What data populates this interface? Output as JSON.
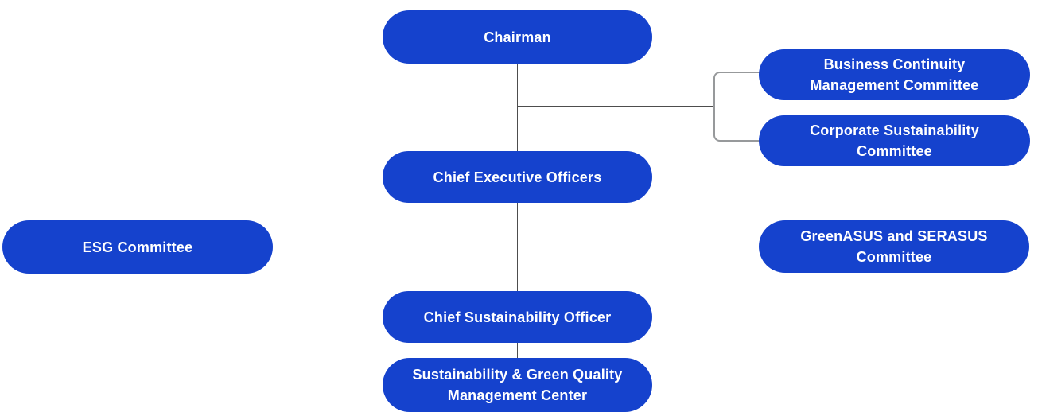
{
  "diagram": {
    "type": "org-chart",
    "colors": {
      "node_fill": "#1542cd",
      "node_text": "#ffffff",
      "connector": "#4d4d4d",
      "bracket": "#97999b",
      "background": "#ffffff"
    },
    "nodes": [
      {
        "id": "chairman",
        "label": "Chairman",
        "lines": [
          "Chairman"
        ]
      },
      {
        "id": "business-continuity-management-committee",
        "label": "Business Continuity Management Committee",
        "lines": [
          "Business Continuity",
          "Management Committee"
        ]
      },
      {
        "id": "corporate-sustainability-committee",
        "label": "Corporate Sustainability Committee",
        "lines": [
          "Corporate Sustainability",
          "Committee"
        ]
      },
      {
        "id": "chief-executive-officers",
        "label": "Chief Executive Officers",
        "lines": [
          "Chief Executive Officers"
        ]
      },
      {
        "id": "esg-committee",
        "label": "ESG Committee",
        "lines": [
          "ESG Committee"
        ]
      },
      {
        "id": "greenasus-serasus-committee",
        "label": "GreenASUS and SERASUS Committee",
        "lines": [
          "GreenASUS and SERASUS",
          "Committee"
        ]
      },
      {
        "id": "chief-sustainability-officer",
        "label": "Chief Sustainability Officer",
        "lines": [
          "Chief Sustainability Officer"
        ]
      },
      {
        "id": "sustainability-green-quality-management-center",
        "label": "Sustainability & Green Quality Management Center",
        "lines": [
          "Sustainability & Green Quality",
          "Management Center"
        ]
      }
    ],
    "edges": [
      {
        "from": "chairman",
        "to": "chief-executive-officers"
      },
      {
        "from": "chairman",
        "to": "business-continuity-management-committee"
      },
      {
        "from": "chairman",
        "to": "corporate-sustainability-committee"
      },
      {
        "from": "chief-executive-officers",
        "to": "chief-sustainability-officer"
      },
      {
        "from": "chief-executive-officers",
        "to": "esg-committee"
      },
      {
        "from": "chief-executive-officers",
        "to": "greenasus-serasus-committee"
      },
      {
        "from": "chief-sustainability-officer",
        "to": "sustainability-green-quality-management-center"
      }
    ]
  }
}
